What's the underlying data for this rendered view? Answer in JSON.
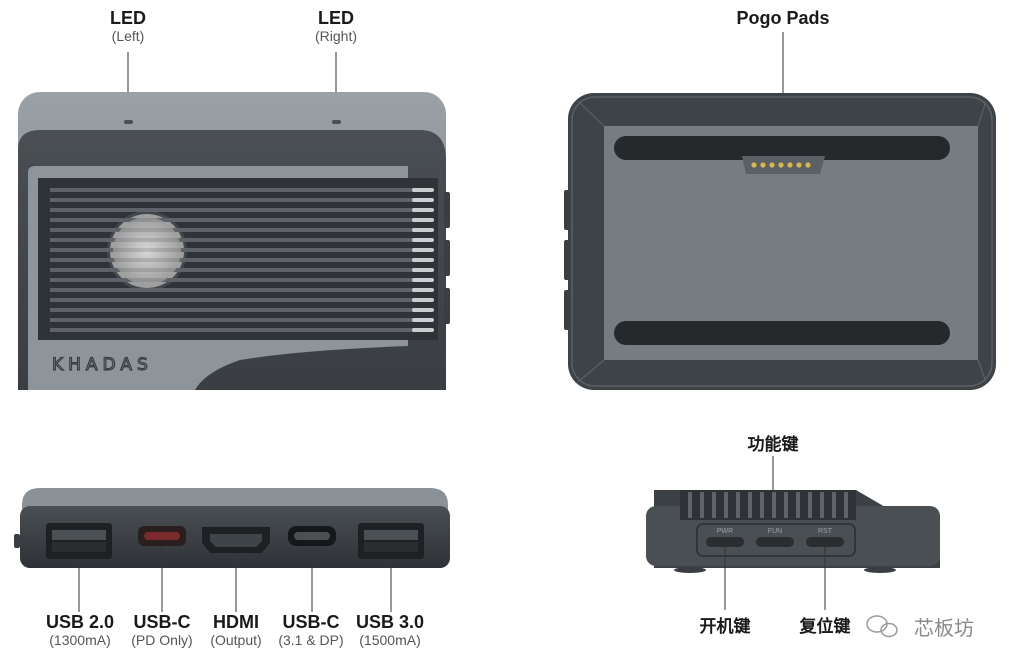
{
  "top_left": {
    "led_left": {
      "title": "LED",
      "sub": "(Left)"
    },
    "led_right": {
      "title": "LED",
      "sub": "(Right)"
    },
    "brand": "KHADAS"
  },
  "top_right": {
    "pogo": "Pogo Pads"
  },
  "bottom_left": {
    "ports": [
      {
        "title": "USB 2.0",
        "sub": "(1300mA)"
      },
      {
        "title": "USB-C",
        "sub": "(PD Only)"
      },
      {
        "title": "HDMI",
        "sub": "(Output)"
      },
      {
        "title": "USB-C",
        "sub": "(3.1 & DP)"
      },
      {
        "title": "USB 3.0",
        "sub": "(1500mA)"
      }
    ]
  },
  "bottom_right": {
    "function_key": "功能键",
    "power_key": "开机键",
    "reset_key": "复位键",
    "buttons": [
      "PWR",
      "FUN",
      "RST"
    ]
  },
  "watermark": "芯板坊"
}
